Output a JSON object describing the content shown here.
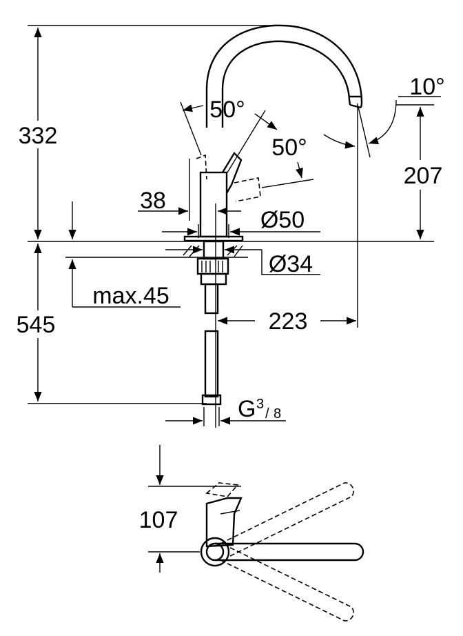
{
  "drawing": {
    "dim_total_height": "332",
    "dim_spout_height": "207",
    "dim_spout_reach": "223",
    "dim_below_counter": "545",
    "dim_max_thickness": "max.45",
    "dim_lever_offset": "38",
    "dim_base_diameter": "Ø50",
    "dim_hole_diameter": "Ø34",
    "dim_lever_angle_left": "50°",
    "dim_lever_angle_right": "50°",
    "dim_spout_angle": "10°",
    "connection_thread": "G",
    "connection_thread_fraction_num": "3",
    "connection_thread_fraction_den": "8",
    "dim_lever_height": "107"
  }
}
